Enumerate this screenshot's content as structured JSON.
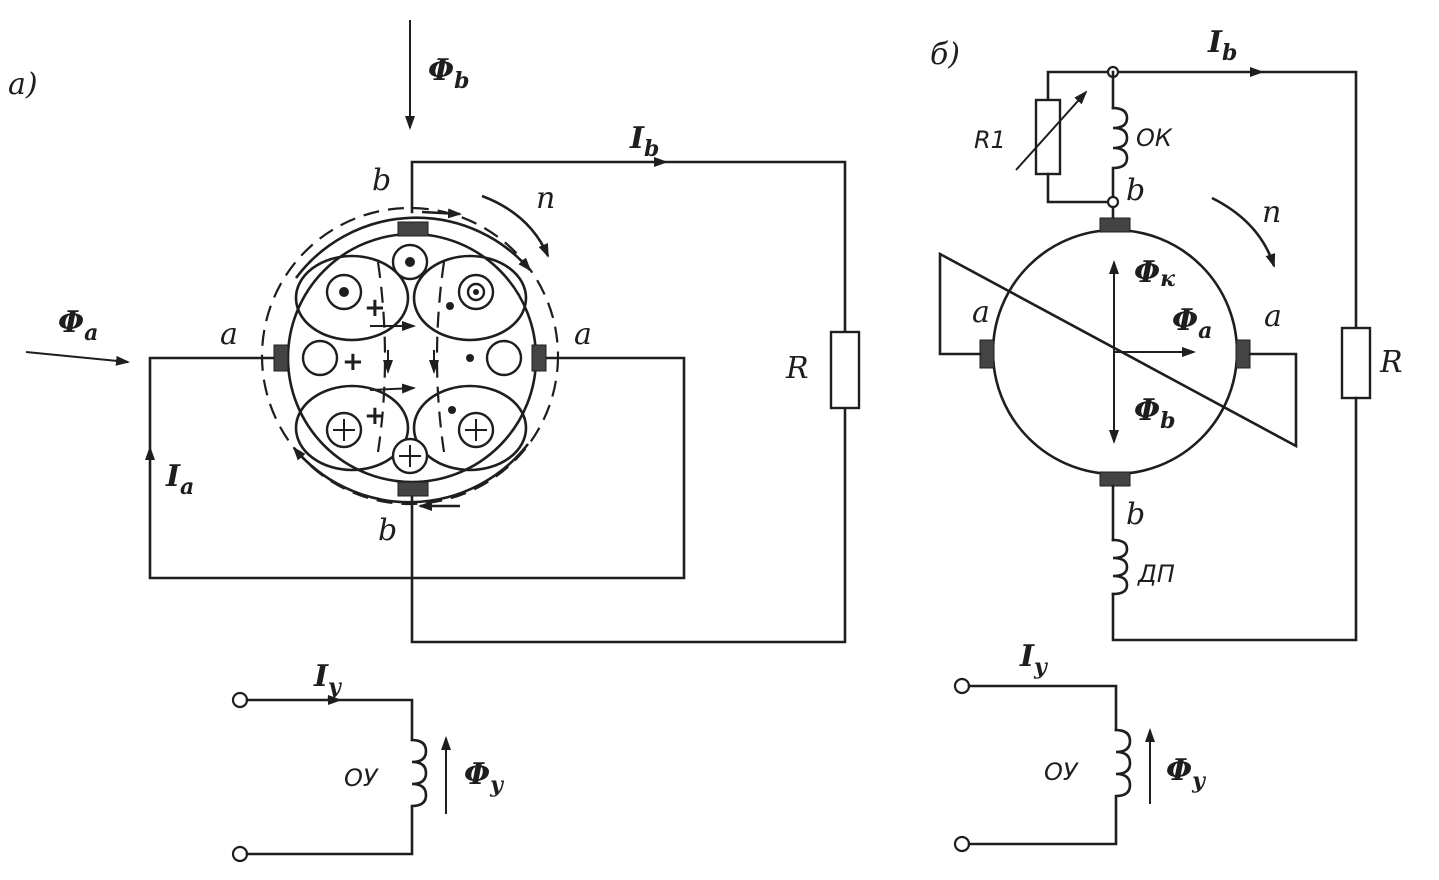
{
  "diagram": {
    "panel_a": {
      "panel_label": "а)",
      "flux_b": "Φ",
      "flux_b_sub": "b",
      "flux_a": "Φ",
      "flux_a_sub": "a",
      "current_b": "I",
      "current_b_sub": "b",
      "current_a": "I",
      "current_a_sub": "a",
      "current_y": "I",
      "current_y_sub": "y",
      "rotation": "n",
      "brush_b_top": "b",
      "brush_b_bottom": "b",
      "brush_a_left": "a",
      "brush_a_right": "a",
      "resistor": "R",
      "control_winding": "ОУ",
      "flux_y": "Φ",
      "flux_y_sub": "y",
      "plus_sign": "+"
    },
    "panel_b": {
      "panel_label": "б)",
      "current_b": "I",
      "current_b_sub": "b",
      "rheostat": "R1",
      "comp_winding": "ОК",
      "brush_b_top": "b",
      "brush_b_bottom": "b",
      "brush_a_left": "a",
      "brush_a_right": "a",
      "rotation": "n",
      "flux_k": "Φ",
      "flux_k_sub": "к",
      "flux_a": "Φ",
      "flux_a_sub": "a",
      "flux_b": "Φ",
      "flux_b_sub": "b",
      "resistor": "R",
      "interpole": "ДП",
      "current_y": "I",
      "current_y_sub": "y",
      "control_winding": "ОУ",
      "flux_y": "Φ",
      "flux_y_sub": "y"
    }
  }
}
